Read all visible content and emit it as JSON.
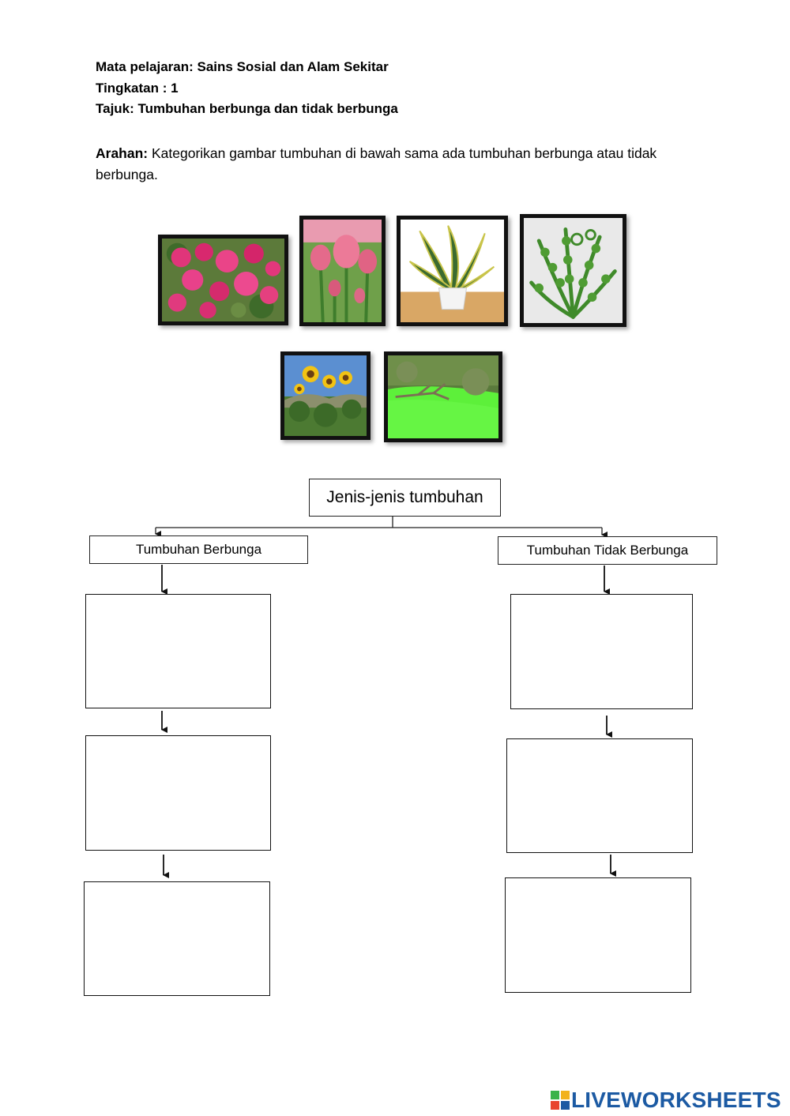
{
  "header": {
    "subject": "Mata pelajaran: Sains Sosial dan Alam Sekitar",
    "level": "Tingkatan : 1",
    "topic": "Tajuk: Tumbuhan berbunga dan tidak berbunga"
  },
  "instructions": {
    "label": "Arahan:",
    "text": " Kategorikan gambar tumbuhan di bawah sama ada tumbuhan berbunga atau tidak berbunga."
  },
  "photos": [
    "bougainvillea-photo",
    "tulip-photo",
    "snake-plant-photo",
    "fern-photo",
    "sunflower-photo",
    "pond-algae-photo"
  ],
  "diagram": {
    "root": "Jenis-jenis tumbuhan",
    "left": "Tumbuhan Berbunga",
    "right": "Tumbuhan Tidak Berbunga"
  },
  "colors": {
    "brand": "#1c5aa3"
  },
  "brand": {
    "name": "LIVEWORKSHEETS",
    "icon": "liveworksheets-logo-icon"
  }
}
